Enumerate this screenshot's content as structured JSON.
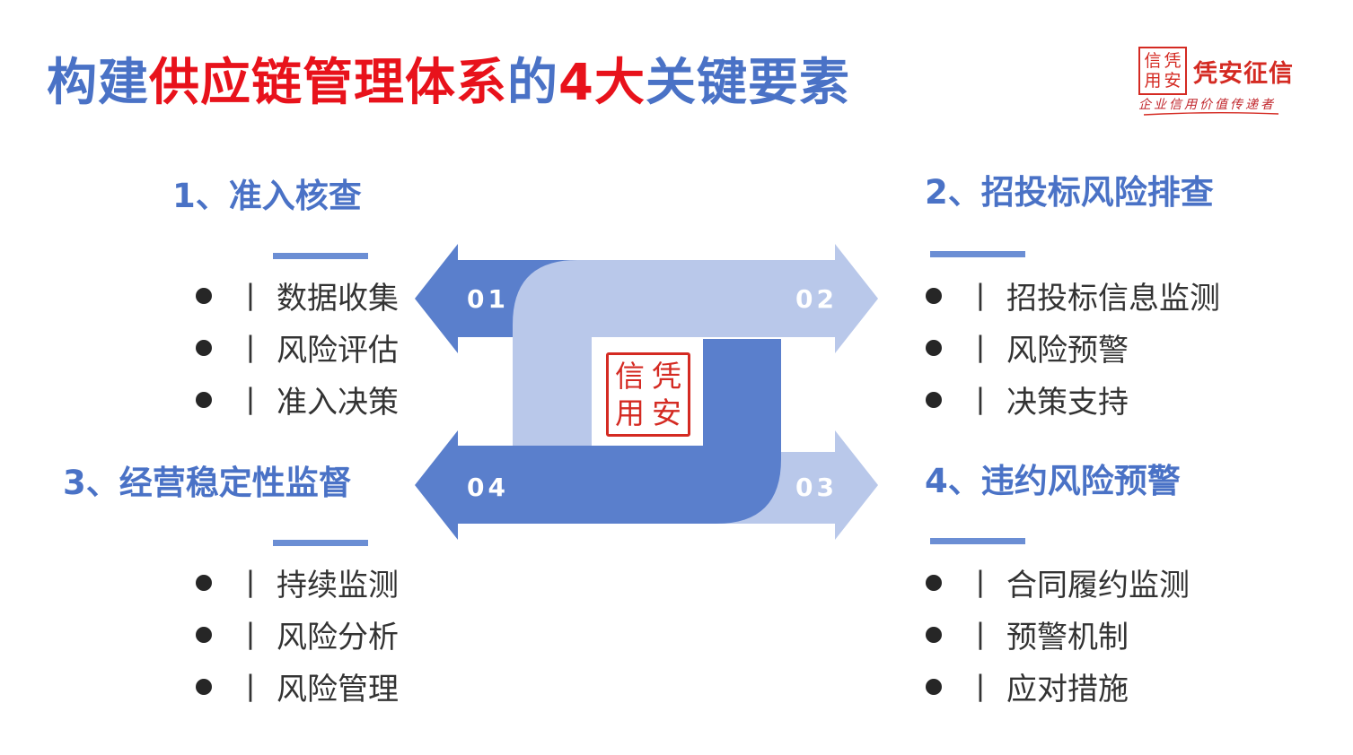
{
  "title": {
    "part1": "构建",
    "part2": "供应链管理体系",
    "part3": "的",
    "part4": "4大",
    "part5": "关键要素"
  },
  "brand": {
    "seal_chars": [
      "信",
      "凭",
      "用",
      "安"
    ],
    "name": "凭安征信",
    "slogan": "企业信用价值传递者"
  },
  "center_seal": {
    "chars": [
      "信",
      "凭",
      "用",
      "安"
    ]
  },
  "steps": [
    {
      "label": "01"
    },
    {
      "label": "02"
    },
    {
      "label": "03"
    },
    {
      "label": "04"
    }
  ],
  "sections": [
    {
      "heading": "1、准入核查",
      "items": [
        "数据收集",
        "风险评估",
        "准入决策"
      ]
    },
    {
      "heading": "2、招投标风险排查",
      "items": [
        "招投标信息监测",
        "风险预警",
        "决策支持"
      ]
    },
    {
      "heading": "3、经营稳定性监督",
      "items": [
        "持续监测",
        "风险分析",
        "风险管理"
      ]
    },
    {
      "heading": "4、违约风险预警",
      "items": [
        "合同履约监测",
        "预警机制",
        "应对措施"
      ]
    }
  ],
  "separator": "丨",
  "colors": {
    "dark_blue": "#5a7fcc",
    "light_blue": "#b9c8ea",
    "title_blue": "#4a72c6",
    "title_red": "#e8121b",
    "seal_red": "#d42a22"
  }
}
